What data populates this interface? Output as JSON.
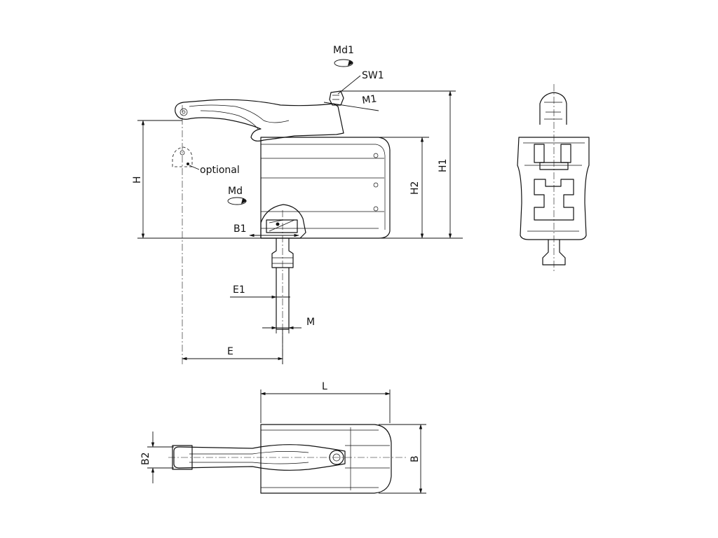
{
  "labels": {
    "md1": "Md1",
    "sw1": "SW1",
    "m1": "M1",
    "h1": "H1",
    "h2": "H2",
    "h": "H",
    "optional": "optional",
    "md": "Md",
    "b1": "B1",
    "e1": "E1",
    "m": "M",
    "e": "E",
    "l": "L",
    "b2": "B2",
    "b": "B"
  }
}
